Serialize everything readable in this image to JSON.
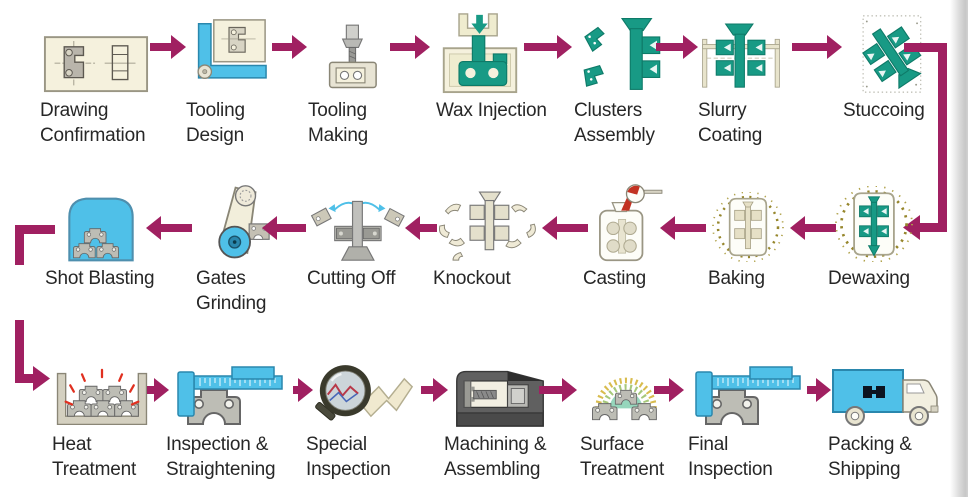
{
  "colors": {
    "arrow": "#a02061",
    "teal": "#189a85",
    "blue": "#4fc0e8",
    "beige": "#f5f1dd",
    "text": "#272727"
  },
  "rows": [
    {
      "flow": "left-to-right",
      "steps": [
        {
          "label": "Drawing Confirmation",
          "icon": "drawing-confirmation-icon"
        },
        {
          "label": "Tooling Design",
          "icon": "tooling-design-icon"
        },
        {
          "label": "Tooling Making",
          "icon": "tooling-making-icon"
        },
        {
          "label": "Wax Injection",
          "icon": "wax-injection-icon"
        },
        {
          "label": "Clusters Assembly",
          "icon": "clusters-assembly-icon"
        },
        {
          "label": "Slurry Coating",
          "icon": "slurry-coating-icon"
        },
        {
          "label": "Stuccoing",
          "icon": "stuccoing-icon"
        }
      ]
    },
    {
      "flow": "right-to-left",
      "steps": [
        {
          "label": "Shot Blasting",
          "icon": "shot-blasting-icon"
        },
        {
          "label": "Gates Grinding",
          "icon": "gates-grinding-icon"
        },
        {
          "label": "Cutting Off",
          "icon": "cutting-off-icon"
        },
        {
          "label": "Knockout",
          "icon": "knockout-icon"
        },
        {
          "label": "Casting",
          "icon": "casting-icon"
        },
        {
          "label": "Baking",
          "icon": "baking-icon"
        },
        {
          "label": "Dewaxing",
          "icon": "dewaxing-icon"
        }
      ]
    },
    {
      "flow": "left-to-right",
      "steps": [
        {
          "label": "Heat Treatment",
          "icon": "heat-treatment-icon"
        },
        {
          "label": "Inspection & Straightening",
          "icon": "inspection-straightening-icon"
        },
        {
          "label": "Special Inspection",
          "icon": "special-inspection-icon"
        },
        {
          "label": "Machining & Assembling",
          "icon": "machining-assembling-icon"
        },
        {
          "label": "Surface Treatment",
          "icon": "surface-treatment-icon"
        },
        {
          "label": "Final Inspection",
          "icon": "final-inspection-icon"
        },
        {
          "label": "Packing & Shipping",
          "icon": "packing-shipping-icon"
        }
      ]
    }
  ],
  "connectors": [
    {
      "from": "Stuccoing",
      "to": "Dewaxing",
      "shape": "right-edge-elbow-down"
    },
    {
      "from": "Shot Blasting",
      "to": "Heat Treatment",
      "shape": "left-edge-elbow-down"
    }
  ]
}
